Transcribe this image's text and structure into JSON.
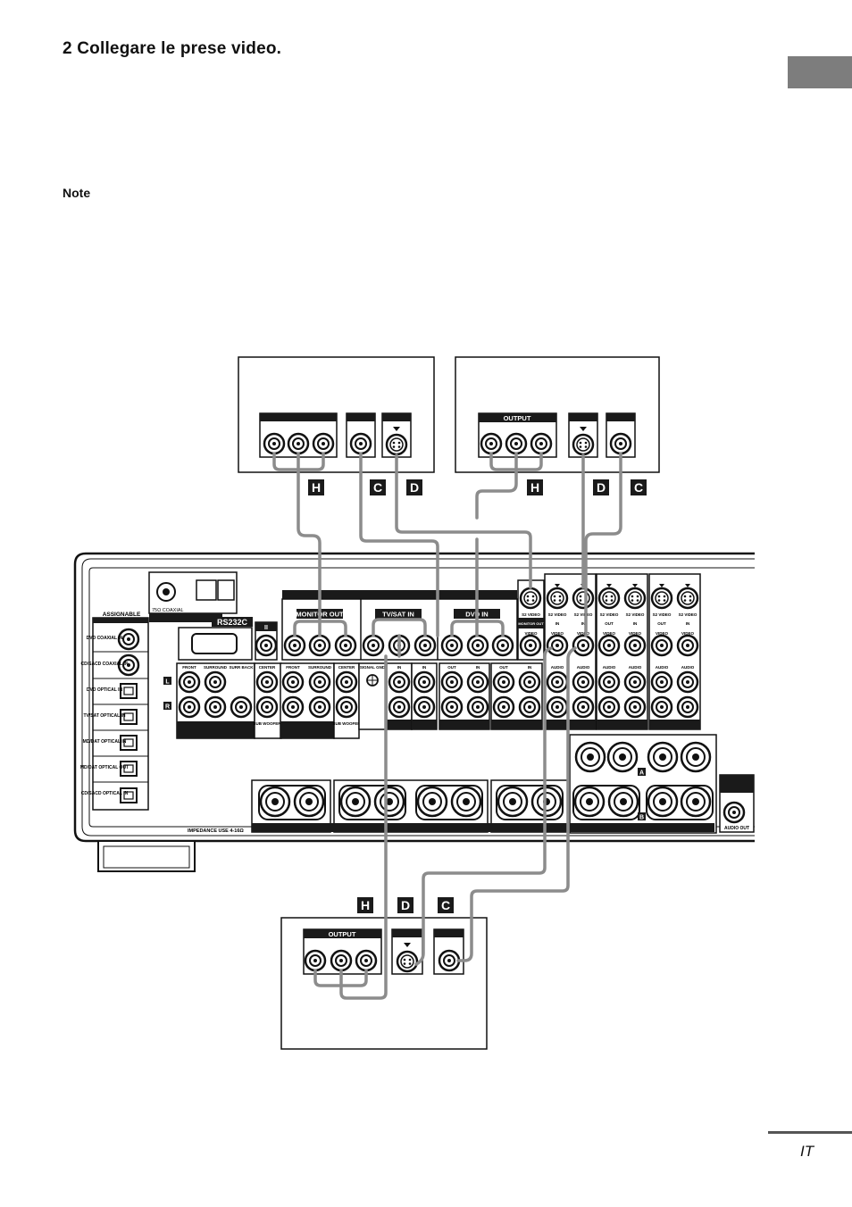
{
  "page": {
    "heading": "2   Collegare le prese video.",
    "note": "Note",
    "language": "IT"
  },
  "diagram": {
    "device_top_left": {
      "terminal_components": [],
      "cable_letters": [
        "H",
        "C",
        "D"
      ]
    },
    "device_top_right": {
      "output_label": "OUTPUT",
      "cable_letters": [
        "H",
        "D",
        "C"
      ]
    },
    "device_bottom": {
      "output_label": "OUTPUT",
      "cable_letters": [
        "H",
        "D",
        "C"
      ]
    },
    "receiver": {
      "assignable": "ASSIGNABLE",
      "coaxial": "75Ω COAXIAL",
      "rs232c": "RS232C",
      "monitor_out": "MONITOR OUT",
      "tvsat_in": "TV/SAT IN",
      "dvd_in": "DVD IN",
      "signal_gnd": "SIGNAL GND",
      "impedance": "IMPEDANCE USE 4-16Ω",
      "audio_out": "AUDIO OUT",
      "input_labels": [
        "DVD COAXIAL IN",
        "CD/SACD COAXIAL IN",
        "DVD OPTICAL IN",
        "TV/SAT OPTICAL IN",
        "MD/DAT OPTICAL IN",
        "MD/DAT OPTICAL OUT",
        "CD/SACD OPTICAL IN"
      ],
      "speaker_labels": [
        "FRONT",
        "SURROUND",
        "SURR BACK",
        "CENTER"
      ],
      "s2_label": "S2 VIDEO",
      "monitor_out_small": "MONITOR OUT",
      "video": "VIDEO",
      "audio": "AUDIO",
      "in": "IN",
      "out": "OUT",
      "sub_woofer": "SUB WOOFER",
      "channel_L": "L",
      "channel_R": "R",
      "speaker_A": "A",
      "speaker_B": "B"
    }
  },
  "colors": {
    "cable": "#8c8c8c",
    "line": "#111111",
    "label_bg": "#1a1a1a",
    "tab": "#7d7d7d"
  }
}
